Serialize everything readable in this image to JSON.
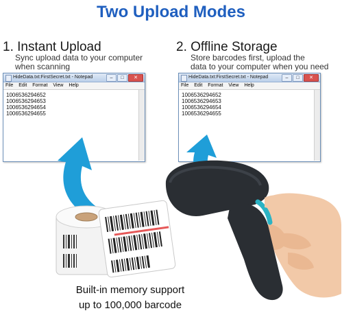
{
  "title": "Two Upload Modes",
  "mode_left": {
    "heading": "1. Instant Upload",
    "desc_line1": "Sync upload data to your computer",
    "desc_line2": "when scanning",
    "window": {
      "title": "HideData.txt:FirstSecret.txt - Notepad",
      "min": "–",
      "max": "□",
      "close": "✕",
      "menu": [
        "File",
        "Edit",
        "Format",
        "View",
        "Help"
      ],
      "lines": [
        "1006536294652",
        "1006536294653",
        "1006536294654",
        "1006536294655"
      ]
    }
  },
  "mode_right": {
    "heading": "2. Offline Storage",
    "desc_line1": "Store barcodes first, upload the",
    "desc_line2": "data to your computer when you need",
    "window": {
      "title": "HideData.txt:FirstSecret.txt - Notepad",
      "min": "–",
      "max": "□",
      "close": "✕",
      "menu": [
        "File",
        "Edit",
        "Format",
        "View",
        "Help"
      ],
      "lines": [
        "1006536294652",
        "1006536294653",
        "1006536294654",
        "1006536294655"
      ]
    }
  },
  "caption": {
    "line1": "Built-in memory support",
    "line2": "up to 100,000 barcode"
  },
  "colors": {
    "title": "#1f5fbf",
    "arrow": "#1f9ed8",
    "scanner_body": "#2a2e33",
    "scanner_accent": "#2bb3c4",
    "laser": "#e23b3b"
  }
}
